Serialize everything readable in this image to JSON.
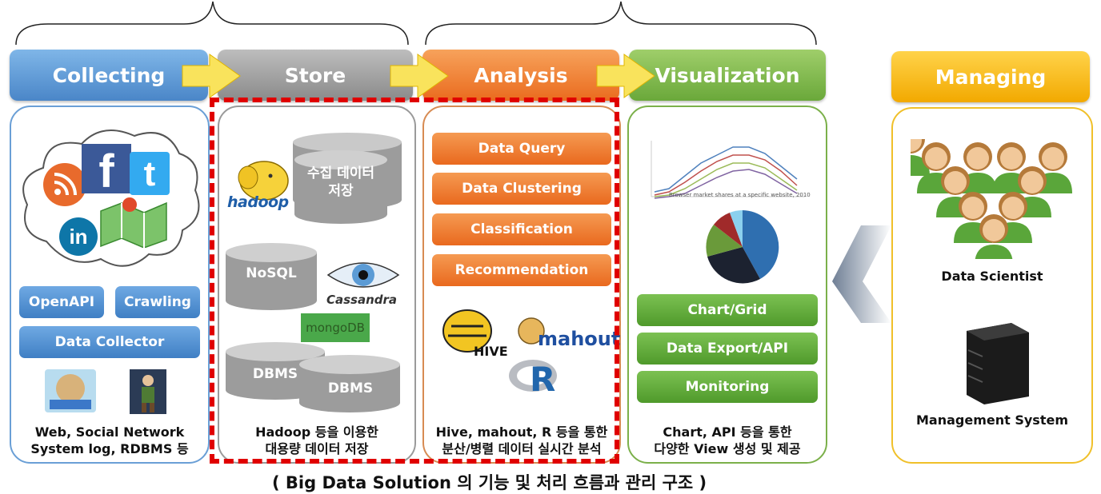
{
  "stages": {
    "collecting": "Collecting",
    "store": "Store",
    "analysis": "Analysis",
    "visualization": "Visualization",
    "managing": "Managing"
  },
  "collecting": {
    "buttons": [
      "OpenAPI",
      "Crawling",
      "Data Collector"
    ],
    "caption_line1": "Web, Social Network",
    "caption_line2": "System log, RDBMS 등",
    "icons": [
      "rss-icon",
      "facebook-icon",
      "twitter-icon",
      "linkedin-icon",
      "map-icon",
      "flume-icon",
      "crawler-icon"
    ]
  },
  "store": {
    "cylinders": [
      "수집 데이터",
      "저장",
      "NoSQL",
      "DBMS",
      "DBMS"
    ],
    "logos": [
      "hadoop",
      "Cassandra",
      "mongoDB"
    ],
    "caption_line1": "Hadoop 등을 이용한",
    "caption_line2": "대용량 데이터 저장"
  },
  "analysis": {
    "buttons": [
      "Data Query",
      "Data Clustering",
      "Classification",
      "Recommendation"
    ],
    "logos": [
      "HIVE",
      "mahout",
      "R"
    ],
    "caption_line1": "Hive, mahout, R 등을 통한",
    "caption_line2": "분산/병렬 데이터 실시간 분석"
  },
  "visualization": {
    "buttons": [
      "Chart/Grid",
      "Data Export/API",
      "Monitoring"
    ],
    "chart_subtitle": "Browser market shares at a specific website, 2010",
    "caption_line1": "Chart, API 등을 통한",
    "caption_line2": "다양한 View 생성 및 제공"
  },
  "managing": {
    "roles": [
      "Data Scientist",
      "Management System"
    ]
  },
  "footer": "( Big Data Solution 의 기능 및 처리 흐름과 관리 구조 )",
  "colors": {
    "blue": "#4a86c8",
    "gray": "#8a8a8a",
    "orange": "#ea6b1e",
    "green": "#6aa83a",
    "yellow": "#f2a900",
    "highlight": "#e00000"
  }
}
